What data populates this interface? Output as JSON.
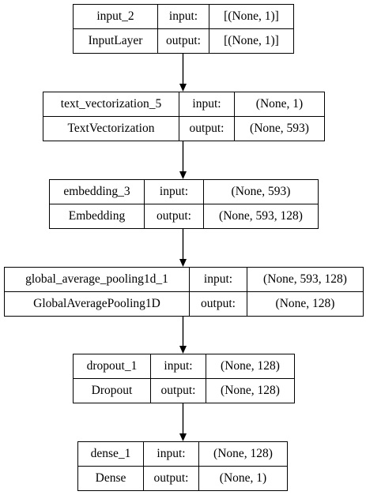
{
  "diagram": {
    "nodes": [
      {
        "id": "input_2",
        "name": "input_2",
        "type": "InputLayer",
        "input_label": "input:",
        "input_value": "[(None, 1)]",
        "output_label": "output:",
        "output_value": "[(None, 1)]"
      },
      {
        "id": "text_vectorization_5",
        "name": "text_vectorization_5",
        "type": "TextVectorization",
        "input_label": "input:",
        "input_value": "(None, 1)",
        "output_label": "output:",
        "output_value": "(None, 593)"
      },
      {
        "id": "embedding_3",
        "name": "embedding_3",
        "type": "Embedding",
        "input_label": "input:",
        "input_value": "(None, 593)",
        "output_label": "output:",
        "output_value": "(None, 593, 128)"
      },
      {
        "id": "global_average_pooling1d_1",
        "name": "global_average_pooling1d_1",
        "type": "GlobalAveragePooling1D",
        "input_label": "input:",
        "input_value": "(None, 593, 128)",
        "output_label": "output:",
        "output_value": "(None, 128)"
      },
      {
        "id": "dropout_1",
        "name": "dropout_1",
        "type": "Dropout",
        "input_label": "input:",
        "input_value": "(None, 128)",
        "output_label": "output:",
        "output_value": "(None, 128)"
      },
      {
        "id": "dense_1",
        "name": "dense_1",
        "type": "Dense",
        "input_label": "input:",
        "input_value": "(None, 128)",
        "output_label": "output:",
        "output_value": "(None, 1)"
      }
    ],
    "edges": [
      {
        "from": "input_2",
        "to": "text_vectorization_5"
      },
      {
        "from": "text_vectorization_5",
        "to": "embedding_3"
      },
      {
        "from": "embedding_3",
        "to": "global_average_pooling1d_1"
      },
      {
        "from": "global_average_pooling1d_1",
        "to": "dropout_1"
      },
      {
        "from": "dropout_1",
        "to": "dense_1"
      }
    ],
    "colors": {
      "line": "#000000",
      "background": "#ffffff"
    }
  }
}
